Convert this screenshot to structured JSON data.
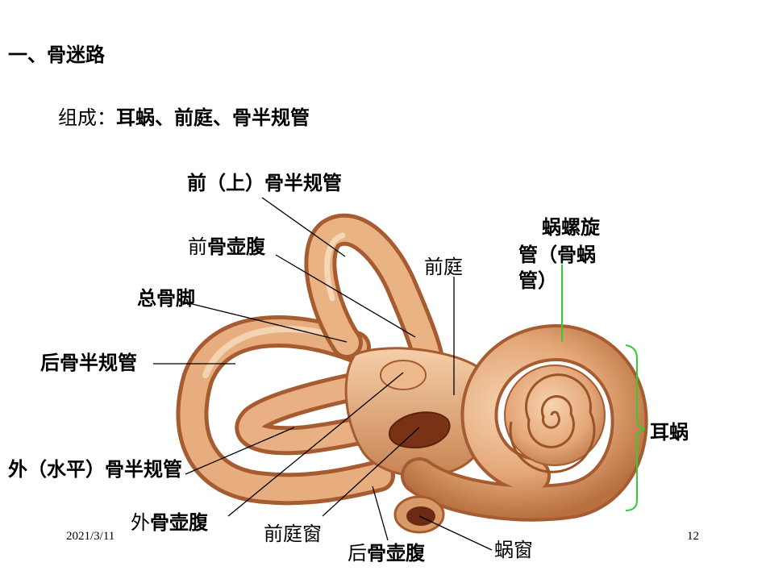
{
  "slide": {
    "title": "一、骨迷路",
    "composition_prefix": "组成：",
    "composition_items": "耳蜗、前庭、骨半规管",
    "footer_date": "2021/3/11",
    "page_number": "12"
  },
  "labels": {
    "anterior_canal": "前（上）骨半规管",
    "anterior_ampulla_prefix": "前",
    "anterior_ampulla_main": "骨壶腹",
    "common_crus": "总骨脚",
    "posterior_canal": "后骨半规管",
    "lateral_canal": "外（水平）骨半规管",
    "lateral_ampulla_prefix": "外",
    "lateral_ampulla_main": "骨壶腹",
    "oval_window": "前庭窗",
    "posterior_ampulla_prefix": "后",
    "posterior_ampulla_main": "骨壶腹",
    "round_window": "蜗窗",
    "vestibule": "前庭",
    "spiral_canal_line1": "蜗螺旋",
    "spiral_canal_line2": "管（骨蜗",
    "spiral_canal_line3": "管）",
    "cochlea": "耳蜗"
  },
  "colors": {
    "bone_light": "#f3c9a2",
    "bone_mid": "#e0a071",
    "bone_dark": "#a85f35",
    "cavity": "#6b2a12",
    "bracket": "#33cc33"
  }
}
